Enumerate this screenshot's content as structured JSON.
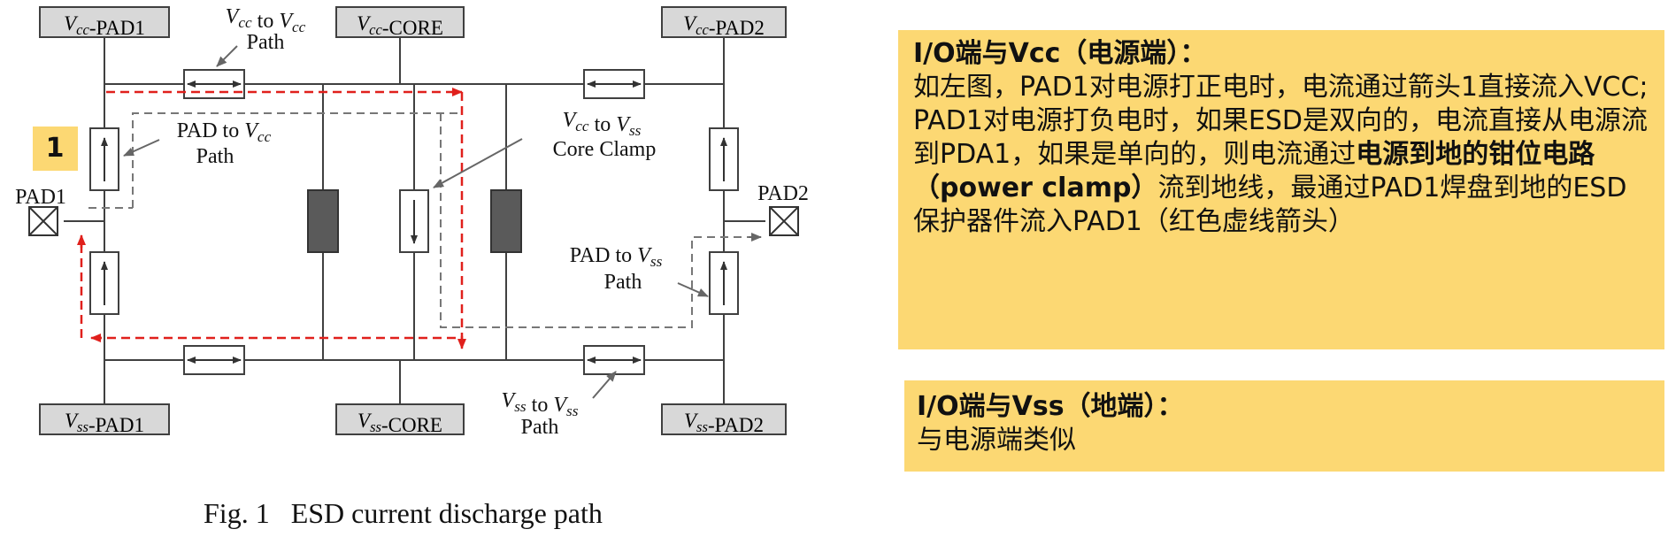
{
  "diagram": {
    "boxes": {
      "vcc_pad1": "V|cc|-PAD1",
      "vcc_core": "V|cc|-CORE",
      "vcc_pad2": "V|cc|-PAD2",
      "vss_pad1": "V|ss|-PAD1",
      "vss_core": "V|ss|-CORE",
      "vss_pad2": "V|ss|-PAD2"
    },
    "labels": {
      "vcc_to_vcc_1": "V|cc| to V|cc",
      "vcc_to_vcc_2": "Path",
      "pad_to_vcc_1": "PAD to V|cc",
      "pad_to_vcc_2": "Path",
      "vcc_to_vss_1": "V|cc| to V|ss",
      "vcc_to_vss_2": "Core Clamp",
      "pad_to_vss_1": "PAD to V|ss",
      "pad_to_vss_2": "Path",
      "vss_to_vss_1": "V|ss| to V|ss",
      "vss_to_vss_2": "Path",
      "pad1": "PAD1",
      "pad2": "PAD2"
    },
    "marker": "1",
    "caption": "Fig. 1   ESD current discharge path",
    "colors": {
      "red_path": "#e0201c",
      "line": "#404040",
      "box_fill": "#d8d8d8",
      "clamp_fill": "#5a5a5a",
      "marker_bg": "#fcd873"
    }
  },
  "note1": {
    "title": "I/O端与Vcc（电源端）：",
    "line1": "如左图，PAD1对电源打正电时，电流通过箭头1直接流入VCC;",
    "line2_a": "PAD1对电源打负电时，如果ESD是双向的，电流直接从电源流到PDA1，如果是单向的，则电流通过",
    "line2_bold": "电源到地的钳位电路（power clamp）",
    "line2_b": "流到地线，最通过PAD1焊盘到地的ESD保护器件流入PAD1（红色虚线箭头）"
  },
  "note2": {
    "title": "I/O端与Vss（地端）：",
    "line1": "与电源端类似"
  }
}
